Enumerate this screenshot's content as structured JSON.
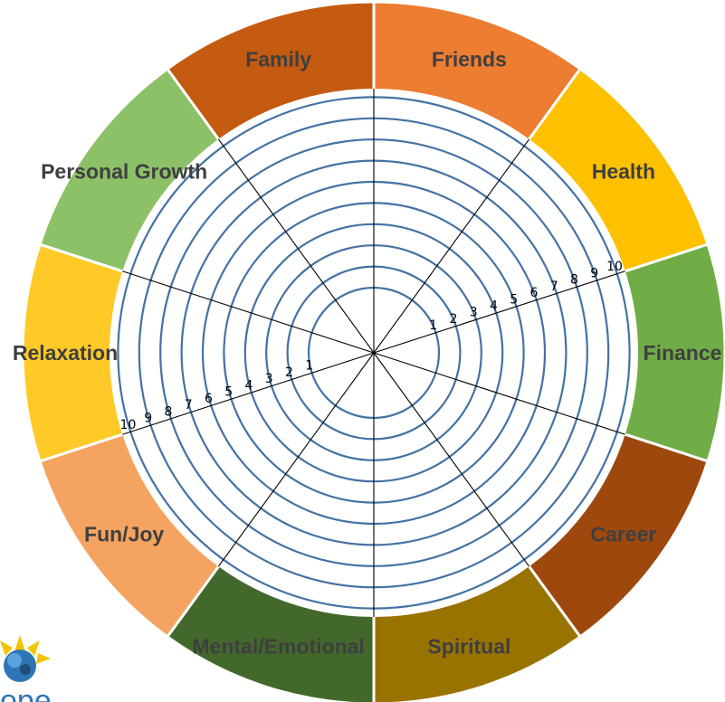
{
  "wheel": {
    "segments": [
      {
        "label": "Friends",
        "color": "#ED7D31"
      },
      {
        "label": "Health",
        "color": "#FFC000"
      },
      {
        "label": "Finance",
        "color": "#70AD47"
      },
      {
        "label": "Career",
        "color": "#9E480E"
      },
      {
        "label": "Spiritual",
        "color": "#997300"
      },
      {
        "label": "Mental/Emotional",
        "color": "#43682B"
      },
      {
        "label": "Fun/Joy",
        "color": "#F4A460"
      },
      {
        "label": "Relaxation",
        "color": "#FFCA28"
      },
      {
        "label": "Personal Growth",
        "color": "#8CC168"
      },
      {
        "label": "Family",
        "color": "#C55A11"
      }
    ],
    "scale": [
      "1",
      "2",
      "3",
      "4",
      "5",
      "6",
      "7",
      "8",
      "9",
      "10"
    ],
    "ring_color": "#4472A4",
    "spoke_color": "#000000"
  },
  "logo": {
    "text": "ope",
    "icon": "sun-flower-logo"
  }
}
